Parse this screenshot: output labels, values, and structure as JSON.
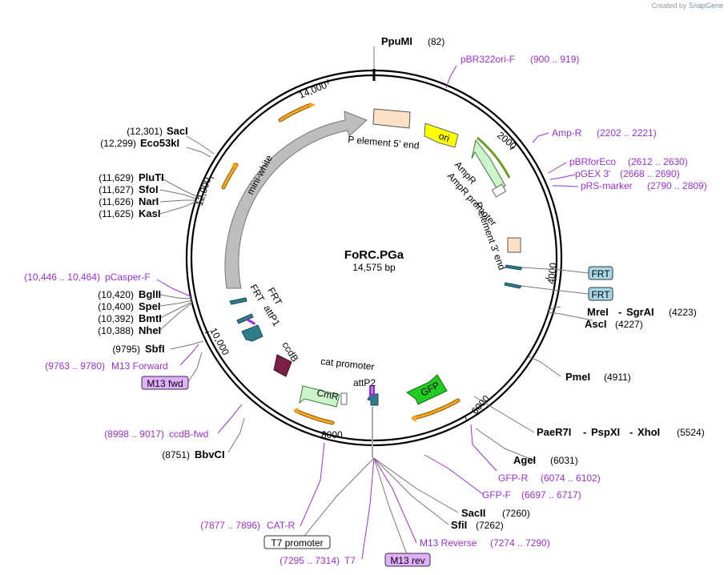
{
  "credit": {
    "prefix": "Created by",
    "brand": "SnapGene"
  },
  "plasmid": {
    "name": "FoRC.PGa",
    "size": "14,575 bp"
  },
  "ticks": [
    "2000",
    "4000",
    "6000",
    "8000",
    "10,000",
    "12,000",
    "14,000"
  ],
  "sites_left": [
    {
      "name": "SacI",
      "pos": "(12,301)"
    },
    {
      "name": "Eco53kI",
      "pos": "(12,299)"
    },
    {
      "name": "PluTI",
      "pos": "(11,629)"
    },
    {
      "name": "SfoI",
      "pos": "(11,627)"
    },
    {
      "name": "NarI",
      "pos": "(11,626)"
    },
    {
      "name": "KasI",
      "pos": "(11,625)"
    },
    {
      "name": "BglII",
      "pos": "(10,420)"
    },
    {
      "name": "SpeI",
      "pos": "(10,400)"
    },
    {
      "name": "BmtI",
      "pos": "(10,392)"
    },
    {
      "name": "NheI",
      "pos": "(10,388)"
    },
    {
      "name": "SbfI",
      "pos": "(9795)"
    },
    {
      "name": "BbvCI",
      "pos": "(8751)"
    }
  ],
  "sites_right": [
    {
      "name": "PpuMI",
      "pos": "(82)"
    },
    {
      "name": "MreI",
      "sep": "-",
      "name2": "SgrAI",
      "pos": "(4223)"
    },
    {
      "name": "AscI",
      "pos": "(4227)"
    },
    {
      "name": "PmeI",
      "pos": "(4911)"
    },
    {
      "name": "PaeR7I",
      "sep": "-",
      "name2": "PspXI",
      "sep2": "-",
      "name3": "XhoI",
      "pos": "(5524)"
    },
    {
      "name": "AgeI",
      "pos": "(6031)"
    },
    {
      "name": "SacII",
      "pos": "(7260)"
    },
    {
      "name": "SfiI",
      "pos": "(7262)"
    }
  ],
  "primers": [
    {
      "name": "pBR322ori-F",
      "range": "(900 .. 919)"
    },
    {
      "name": "Amp-R",
      "range": "(2202 .. 2221)"
    },
    {
      "name": "pBRforEco",
      "range": "(2612 .. 2630)"
    },
    {
      "name": "pGEX 3'",
      "range": "(2668 .. 2690)"
    },
    {
      "name": "pRS-marker",
      "range": "(2790 .. 2809)"
    },
    {
      "name": "pCasper-F",
      "range": "(10,446 .. 10,464)"
    },
    {
      "name": "M13 Forward",
      "range": "(9763 .. 9780)"
    },
    {
      "name": "ccdB-fwd",
      "range": "(8998 .. 9017)"
    },
    {
      "name": "CAT-R",
      "range": "(7877 .. 7896)"
    },
    {
      "name": "T7",
      "range": "(7295 .. 7314)"
    },
    {
      "name": "M13 Reverse",
      "range": "(7274 .. 7290)"
    },
    {
      "name": "GFP-F",
      "range": "(6697 .. 6717)"
    },
    {
      "name": "GFP-R",
      "range": "(6074 .. 6102)"
    }
  ],
  "boxes": [
    {
      "name": "FRT"
    },
    {
      "name": "FRT"
    },
    {
      "name": "M13 fwd"
    },
    {
      "name": "T7 promoter"
    },
    {
      "name": "M13 rev"
    }
  ],
  "features": {
    "p5": "P element 5' end",
    "ori": "ori",
    "ampr": "AmpR",
    "ampr_prom": "AmpR promoter",
    "p3": "P element 3' end",
    "mini_white": "mini-white",
    "frt1": "FRT",
    "frt2": "FRT",
    "attp1": "attP1",
    "ccdb": "ccdB",
    "cat_prom": "cat promoter",
    "attp2": "attP2",
    "cmr": "CmR",
    "gfp": "GFP"
  },
  "colors": {
    "backbone": "#000000",
    "primer": "#9b30d9",
    "mini_white": "#bdbdbd",
    "p_element": "#fde1c6",
    "ori": "#ffff00",
    "ampr": "#ccf5cc",
    "gfp": "#22cc22",
    "ccdb": "#7a1f45",
    "attp": "#2d7d8a",
    "orf_arrow": "#f5a623",
    "box_frt": "#a8d8e8",
    "box_m13": "#e0b0ff"
  }
}
